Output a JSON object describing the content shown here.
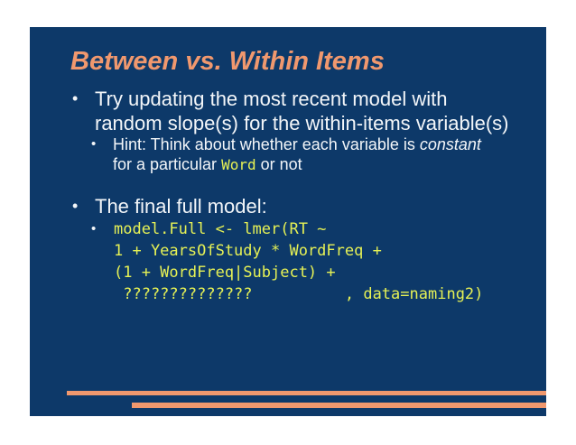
{
  "slide": {
    "title": "Between vs. Within Items",
    "bullet_char": "•",
    "bullet1": {
      "line1": "Try updating the most recent model with",
      "line2": "random slope(s) for the within-items variable(s)",
      "hint": {
        "line1_text": "Hint: Think about whether each variable is ",
        "line1_italic": "constant",
        "line2_text": "for a particular ",
        "line2_code": "Word",
        "line2_suffix": " or not"
      }
    },
    "bullet2": {
      "label": "The final full model:",
      "code_lines": [
        "model.Full <- lmer(RT ~",
        "1 + YearsOfStudy * WordFreq +",
        "(1 + WordFreq|Subject) +",
        " ??????????????          , data=naming2)"
      ]
    },
    "colors": {
      "page_bg": "#FFFFFF",
      "slide_bg": "#0D3969",
      "title": "#F0986E",
      "body_text": "#F3F6F9",
      "code_text": "#E6F155",
      "accent_line": "#F0986E"
    }
  }
}
